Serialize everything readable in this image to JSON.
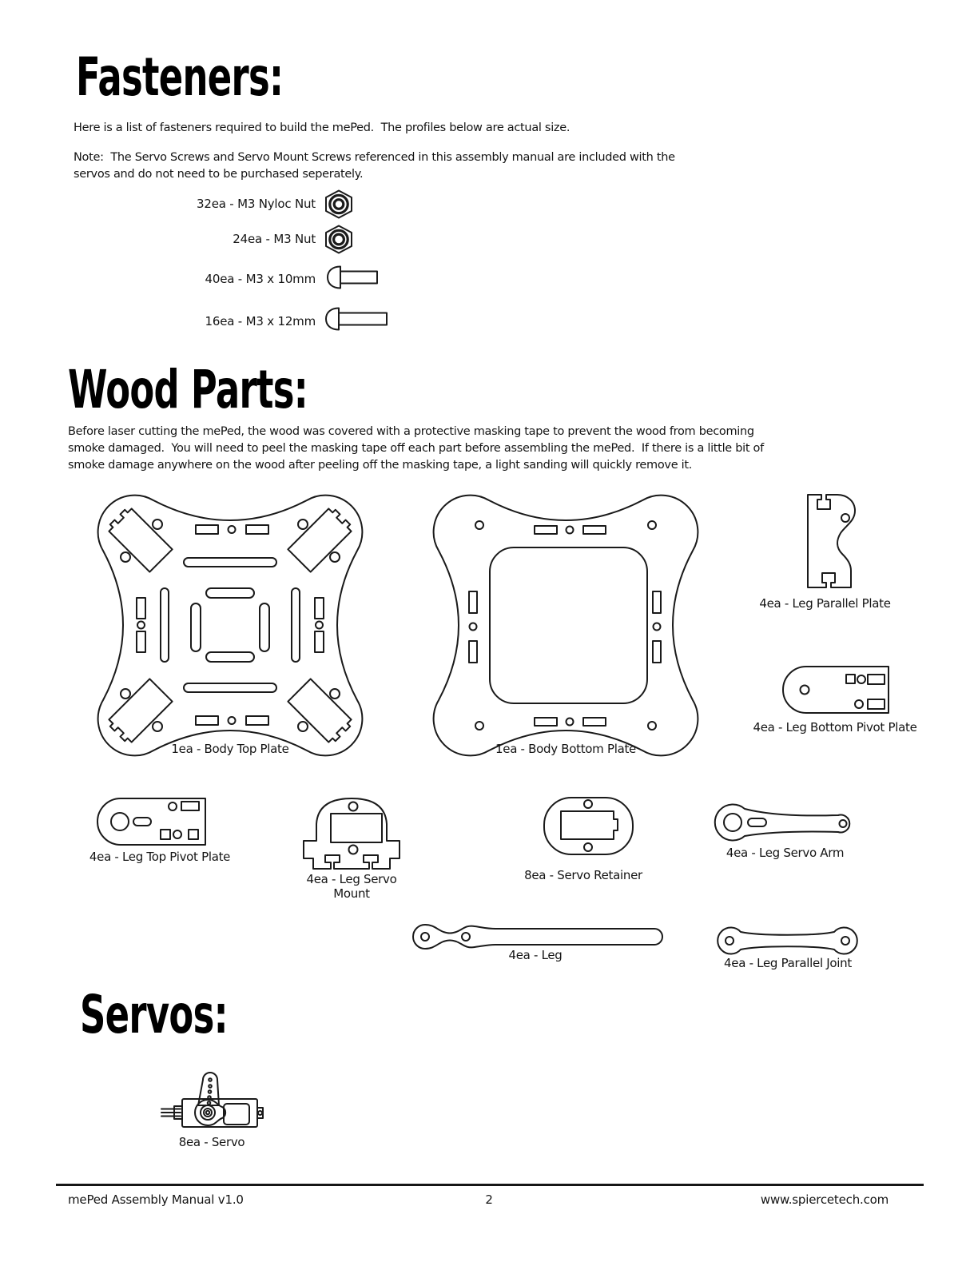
{
  "fasteners": {
    "heading": "Fasteners:",
    "intro": "Here is a list of fasteners required to build the mePed.  The profiles below are actual size.",
    "note": "Note:  The Servo Screws and Servo Mount Screws referenced in this assembly manual are included with the servos and do not need to be purchased seperately.",
    "items": [
      {
        "label": "32ea - M3 Nyloc Nut",
        "icon": "nyloc-nut-icon"
      },
      {
        "label": "24ea - M3 Nut",
        "icon": "hex-nut-icon"
      },
      {
        "label": "40ea - M3 x 10mm",
        "icon": "button-head-screw-10mm-icon"
      },
      {
        "label": "16ea - M3 x 12mm",
        "icon": "button-head-screw-12mm-icon"
      }
    ]
  },
  "wood_parts": {
    "heading": "Wood Parts:",
    "intro": "Before laser cutting the mePed, the wood was covered with a protective masking tape to prevent the wood from becoming smoke damaged.  You will need to peel the masking tape off each part before assembling the mePed.  If there is a little bit of smoke damage anywhere on the wood after peeling off the masking tape, a light sanding will quickly remove it.",
    "labels": {
      "body_top_plate": "1ea - Body Top Plate",
      "body_bottom_plate": "1ea - Body Bottom Plate",
      "leg_parallel_plate": "4ea - Leg Parallel Plate",
      "leg_bottom_pivot_plate": "4ea - Leg Bottom Pivot Plate",
      "leg_top_pivot_plate": "4ea - Leg Top Pivot Plate",
      "leg_servo_mount": "4ea - Leg Servo Mount",
      "servo_retainer": "8ea - Servo Retainer",
      "leg_servo_arm": "4ea - Leg Servo Arm",
      "leg": "4ea - Leg",
      "leg_parallel_joint": "4ea - Leg Parallel Joint"
    }
  },
  "servos": {
    "heading": "Servos:",
    "label": "8ea - Servo"
  },
  "footer": {
    "left": "mePed Assembly Manual v1.0",
    "page_number": "2",
    "right": "www.spiercetech.com"
  },
  "colors": {
    "ink": "#1a1a1a",
    "paper": "#ffffff"
  }
}
